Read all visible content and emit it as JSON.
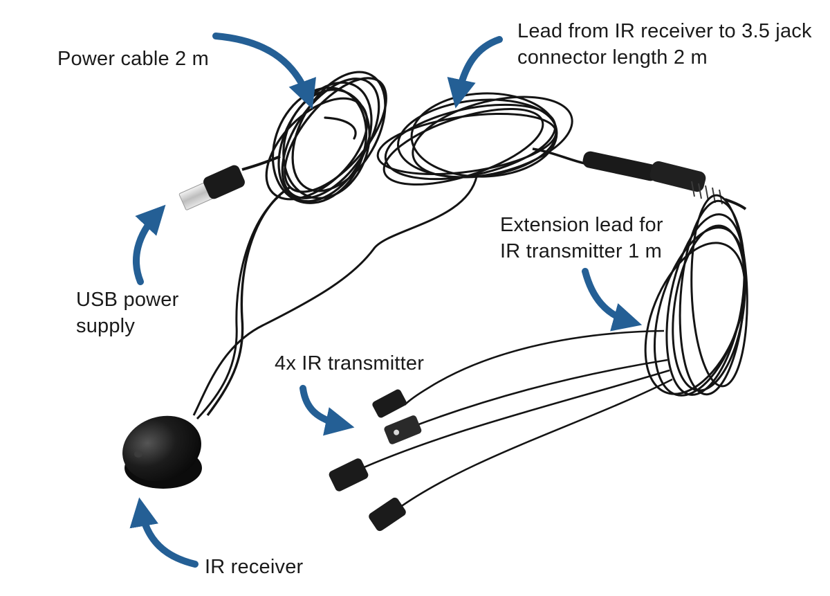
{
  "colors": {
    "arrow": "#245f95",
    "cable": "#141414",
    "plastic": "#1b1b1b",
    "usb_metal": "#d8d8d8",
    "text": "#1a1a1a",
    "background": "#ffffff"
  },
  "labels": {
    "power_cable": "Power cable 2 m",
    "lead_line1": "Lead from IR receiver to 3.5 jack",
    "lead_line2": "connector length 2 m",
    "usb_line1": "USB power",
    "usb_line2": "supply",
    "extension_line1": "Extension lead for",
    "extension_line2": "IR transmitter 1 m",
    "transmitter": "4x IR transmitter",
    "receiver": "IR receiver"
  }
}
